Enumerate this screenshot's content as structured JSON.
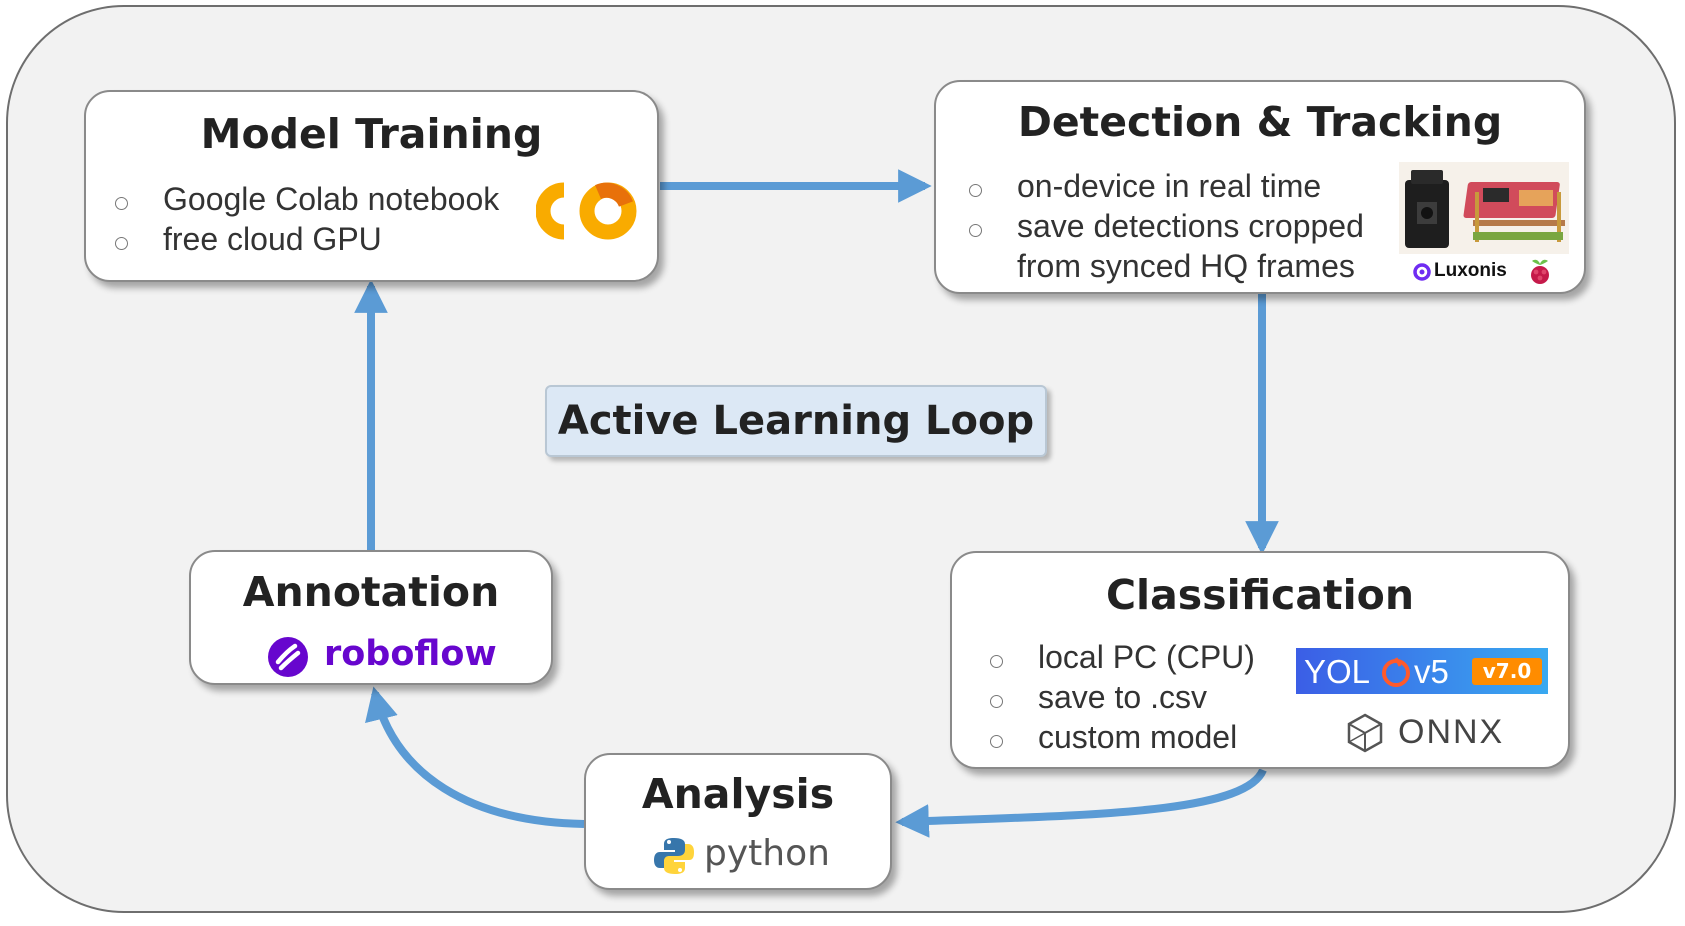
{
  "center_label": "Active Learning Loop",
  "colors": {
    "arrow": "#5b9bd5",
    "background": "#f2f2f2",
    "label_fill": "#dce8f5"
  },
  "boxes": {
    "model_training": {
      "title": "Model Training",
      "bullets": [
        "Google Colab notebook",
        "free cloud GPU"
      ],
      "logo": "colab-logo"
    },
    "detection_tracking": {
      "title": "Detection & Tracking",
      "bullets": [
        "on-device in real time",
        "save detections cropped",
        "from synced HQ frames"
      ],
      "logo_text": "Luxonis",
      "logos": [
        "camera-hardware-photo",
        "luxonis-logo",
        "raspberry-pi-logo"
      ]
    },
    "classification": {
      "title": "Classification",
      "bullets": [
        "local PC (CPU)",
        "save to .csv",
        "custom model"
      ],
      "yolo_text_a": "YOL",
      "yolo_text_b": "v5",
      "yolo_version": "v7.0",
      "onnx_text": "ONNX"
    },
    "analysis": {
      "title": "Analysis",
      "logo_text": "python",
      "logo": "python-logo"
    },
    "annotation": {
      "title": "Annotation",
      "logo_text": "roboflow",
      "logo": "roboflow-logo"
    }
  }
}
